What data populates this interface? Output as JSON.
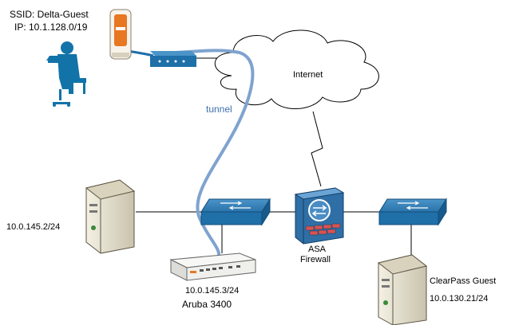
{
  "labels": {
    "ssid": "SSID: Delta-Guest",
    "ip_range": "IP: 10.1.128.0/19",
    "internet": "Internet",
    "tunnel": "tunnel",
    "left_server_ip": "10.0.145.2/24",
    "controller_ip": "10.0.145.3/24",
    "controller_name": "Aruba 3400",
    "firewall_line1": "ASA",
    "firewall_line2": "Firewall",
    "clearpass_name": "ClearPass Guest",
    "clearpass_ip": "10.0.130.21/24"
  },
  "colors": {
    "switch_blue": "#1f6fa8",
    "tunnel_blue": "#7fa3cf",
    "user_blue": "#1273a8",
    "link_line": "#000000",
    "ap_orange": "#e87722"
  },
  "icons": [
    "user-laptop-icon",
    "access-point-icon",
    "modem-icon",
    "cloud-icon",
    "server-icon",
    "switch-icon",
    "firewall-icon",
    "controller-icon",
    "lightning-link-icon"
  ]
}
